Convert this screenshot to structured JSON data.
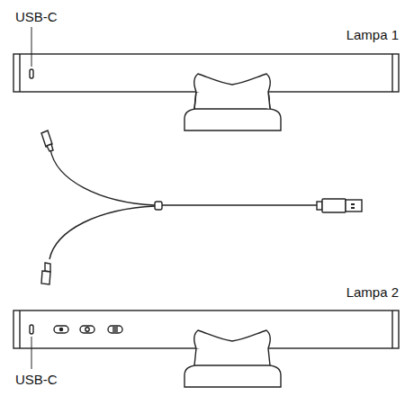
{
  "diagram": {
    "labels": [
      "USB-C",
      "Lampa 1",
      "Lampa 2",
      "USB-C"
    ]
  }
}
